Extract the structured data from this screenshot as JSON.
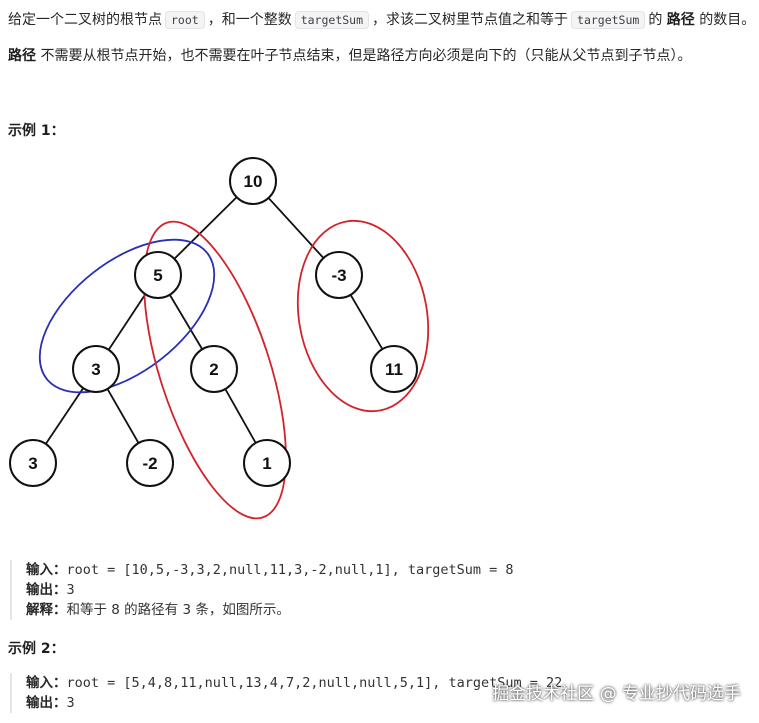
{
  "intro": {
    "line1_a": "给定一个二叉树的根节点",
    "line1_code1": "root",
    "line1_b": "，和一个整数",
    "line1_code2": "targetSum",
    "line1_c": "，求该二叉树里节点值之和等于",
    "line1_code3": "targetSum",
    "line1_d": "的",
    "line1_bold": "路径",
    "line1_e": "的数目。",
    "line2_bold": "路径",
    "line2_rest": "不需要从根节点开始，也不需要在叶子节点结束，但是路径方向必须是向下的（只能从父节点到子节点）。"
  },
  "example1": {
    "title": "示例 1：",
    "tree_nodes": [
      "10",
      "5",
      "-3",
      "3",
      "2",
      "11",
      "3",
      "-2",
      "1"
    ],
    "input_label": "输入：",
    "input_value": "root = [10,5,-3,3,2,null,11,3,-2,null,1], targetSum = 8",
    "output_label": "输出：",
    "output_value": "3",
    "explain_label": "解释：",
    "explain_value": "和等于 8 的路径有 3 条，如图所示。"
  },
  "example2": {
    "title": "示例 2：",
    "input_label": "输入：",
    "input_value": "root = [5,4,8,11,null,13,4,7,2,null,null,5,1], targetSum = 22",
    "output_label": "输出：",
    "output_value": "3"
  },
  "watermark": "掘金技术社区 @ 专业抄代码选手",
  "colors": {
    "red_path": "#d3232a",
    "blue_path": "#2b2fb5"
  }
}
